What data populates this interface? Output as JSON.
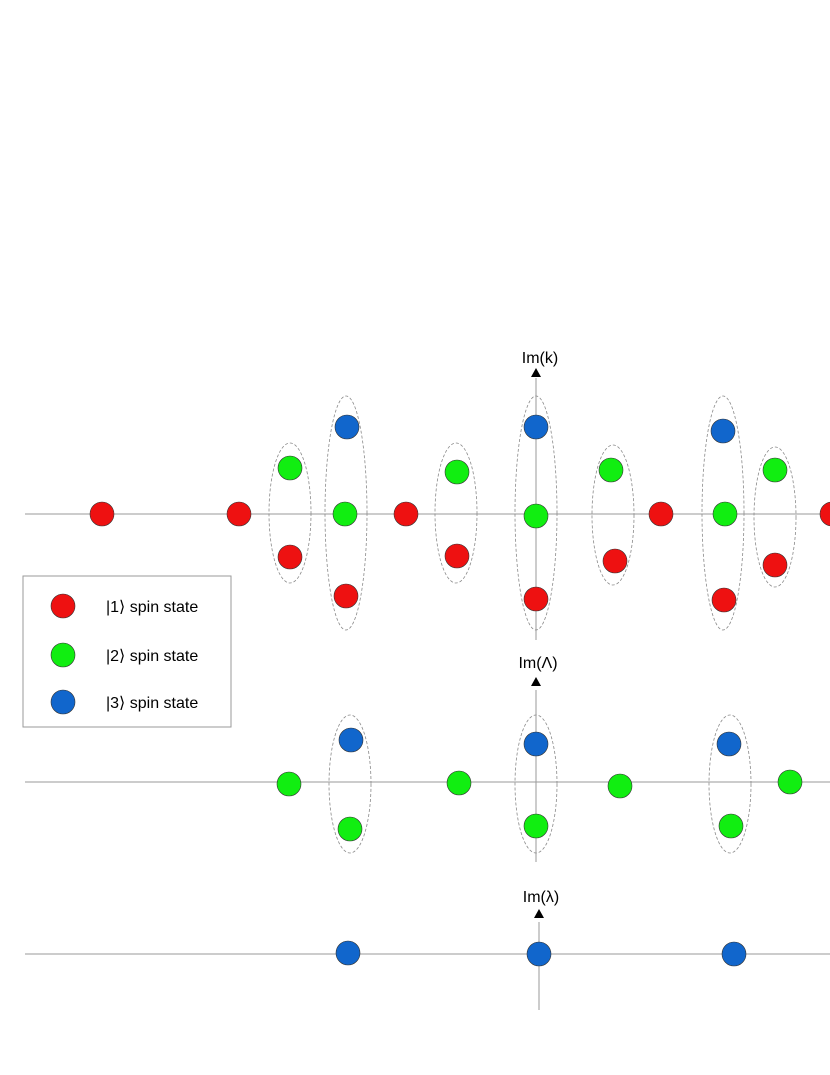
{
  "colors": {
    "red": "#ee1111",
    "green": "#11ee11",
    "blue": "#1166cc",
    "axis": "#9a9a9a"
  },
  "axes": {
    "k": {
      "label": "Im(k)"
    },
    "Lambda": {
      "label": "Im(Λ)"
    },
    "lambda": {
      "label": "Im(λ)"
    }
  },
  "legend": {
    "items": [
      {
        "label": "|1⟩ spin state",
        "color": "red"
      },
      {
        "label": "|2⟩ spin state",
        "color": "green"
      },
      {
        "label": "|3⟩ spin state",
        "color": "blue"
      }
    ]
  }
}
